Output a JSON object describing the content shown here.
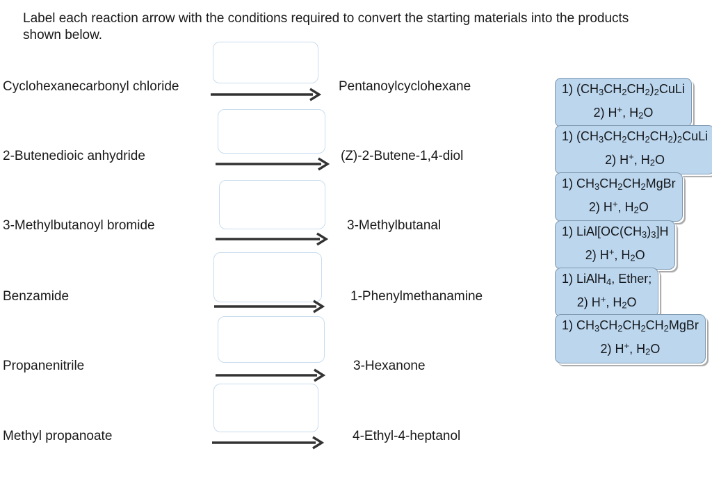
{
  "instruction": {
    "line1": "Label each reaction arrow with the conditions required to convert the starting materials into the products",
    "line2": "shown below."
  },
  "colors": {
    "tile_bg": "#bcd6ee",
    "tile_border": "#7f99b0",
    "tile_shadow": "#a8a8a8",
    "dropbox_border": "#c8dcef",
    "arrow": "#333333",
    "text": "#191919"
  },
  "rows": [
    {
      "reactant": "Cyclohexanecarbonyl chloride",
      "product": "Pentanoylcyclohexane"
    },
    {
      "reactant": "2-Butenedioic anhydride",
      "product": "(Z)-2-Butene-1,4-diol"
    },
    {
      "reactant": "3-Methylbutanoyl bromide",
      "product": "3-Methylbutanal"
    },
    {
      "reactant": "Benzamide",
      "product": "1-Phenylmethanamine"
    },
    {
      "reactant": "Propanenitrile",
      "product": "3-Hexanone"
    },
    {
      "reactant": "Methyl propanoate",
      "product": "4-Ethyl-4-heptanol"
    }
  ],
  "answer_tiles": [
    {
      "text": "1) (CH₃CH₂CH₂)₂CuLi 2) H⁺, H₂O",
      "lines": [
        [
          [
            "1) (CH",
            "n"
          ],
          [
            "3",
            "s"
          ],
          [
            "CH",
            "n"
          ],
          [
            "2",
            "s"
          ],
          [
            "CH",
            "n"
          ],
          [
            "2",
            "s"
          ],
          [
            ")",
            "n"
          ],
          [
            "2",
            "s"
          ],
          [
            "CuLi",
            "n"
          ]
        ],
        [
          [
            "2) H",
            "n"
          ],
          [
            "+",
            "u"
          ],
          [
            ", H",
            "n"
          ],
          [
            "2",
            "s"
          ],
          [
            "O",
            "n"
          ]
        ]
      ]
    },
    {
      "text": "1) (CH₃CH₂CH₂CH₂)₂CuLi 2) H⁺, H₂O",
      "lines": [
        [
          [
            "1) (CH",
            "n"
          ],
          [
            "3",
            "s"
          ],
          [
            "CH",
            "n"
          ],
          [
            "2",
            "s"
          ],
          [
            "CH",
            "n"
          ],
          [
            "2",
            "s"
          ],
          [
            "CH",
            "n"
          ],
          [
            "2",
            "s"
          ],
          [
            ")",
            "n"
          ],
          [
            "2",
            "s"
          ],
          [
            "CuLi",
            "n"
          ]
        ],
        [
          [
            "2) H",
            "n"
          ],
          [
            "+",
            "u"
          ],
          [
            ", H",
            "n"
          ],
          [
            "2",
            "s"
          ],
          [
            "O",
            "n"
          ]
        ]
      ]
    },
    {
      "text": "1) CH₃CH₂CH₂MgBr 2) H⁺, H₂O",
      "lines": [
        [
          [
            "1) CH",
            "n"
          ],
          [
            "3",
            "s"
          ],
          [
            "CH",
            "n"
          ],
          [
            "2",
            "s"
          ],
          [
            "CH",
            "n"
          ],
          [
            "2",
            "s"
          ],
          [
            "MgBr",
            "n"
          ]
        ],
        [
          [
            "2) H",
            "n"
          ],
          [
            "+",
            "u"
          ],
          [
            ", H",
            "n"
          ],
          [
            "2",
            "s"
          ],
          [
            "O",
            "n"
          ]
        ]
      ]
    },
    {
      "text": "1) LiAl[OC(CH₃)₃]H 2) H⁺, H₂O",
      "lines": [
        [
          [
            "1) LiAl[OC(CH",
            "n"
          ],
          [
            "3",
            "s"
          ],
          [
            ")",
            "n"
          ],
          [
            "3",
            "s"
          ],
          [
            "]H",
            "n"
          ]
        ],
        [
          [
            "2) H",
            "n"
          ],
          [
            "+",
            "u"
          ],
          [
            ", H",
            "n"
          ],
          [
            "2",
            "s"
          ],
          [
            "O",
            "n"
          ]
        ]
      ]
    },
    {
      "text": "1) LiAlH₄, Ether; 2) H⁺, H₂O",
      "lines": [
        [
          [
            "1) LiAlH",
            "n"
          ],
          [
            "4",
            "s"
          ],
          [
            ", Ether;",
            "n"
          ]
        ],
        [
          [
            "2) H",
            "n"
          ],
          [
            "+",
            "u"
          ],
          [
            ", H",
            "n"
          ],
          [
            "2",
            "s"
          ],
          [
            "O",
            "n"
          ]
        ]
      ]
    },
    {
      "text": "1) CH₃CH₂CH₂CH₂MgBr 2) H⁺, H₂O",
      "lines": [
        [
          [
            "1) CH",
            "n"
          ],
          [
            "3",
            "s"
          ],
          [
            "CH",
            "n"
          ],
          [
            "2",
            "s"
          ],
          [
            "CH",
            "n"
          ],
          [
            "2",
            "s"
          ],
          [
            "CH",
            "n"
          ],
          [
            "2",
            "s"
          ],
          [
            "MgBr",
            "n"
          ]
        ],
        [
          [
            "2) H",
            "n"
          ],
          [
            "+",
            "u"
          ],
          [
            ", H",
            "n"
          ],
          [
            "2",
            "s"
          ],
          [
            "O",
            "n"
          ]
        ]
      ]
    }
  ]
}
